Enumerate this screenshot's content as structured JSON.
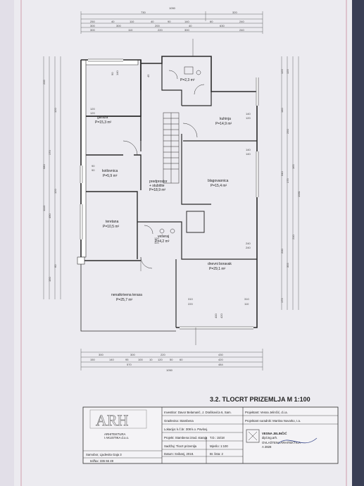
{
  "drawing": {
    "title": "3.2. TLOCRT PRIZEMLJA  M 1:100",
    "rooms": [
      {
        "id": "garaza",
        "name": "garaža",
        "area": "P=15,3 m²"
      },
      {
        "id": "wc",
        "name": "",
        "area": "P=2,3 m²"
      },
      {
        "id": "kuhinja",
        "name": "kuhinja",
        "area": "P=14,9 m²"
      },
      {
        "id": "kotlovnica",
        "name": "kotlovnica",
        "area": "P=5,9 m²"
      },
      {
        "id": "predprostor",
        "name": "predprostor\n+ stubište",
        "area": "P=18,9 m²"
      },
      {
        "id": "blagovaonica",
        "name": "blagovaonica",
        "area": "P=15,4 m²"
      },
      {
        "id": "teretana",
        "name": "teretana",
        "area": "P=10,5 m²"
      },
      {
        "id": "vesoraj",
        "name": "vešeraj",
        "area": "P=4,2 m²"
      },
      {
        "id": "dnevni",
        "name": "dnevni boravak",
        "area": "P=29,1 m²"
      },
      {
        "id": "terasa",
        "name": "nenatkrivena terasa",
        "area": "P=25,7 m²"
      }
    ],
    "dims_top": {
      "row1": [
        "730",
        "320"
      ],
      "overall": "1050",
      "row2": [
        "250",
        "40",
        "110",
        "40",
        "90",
        "140",
        "60",
        "240"
      ],
      "row3": [
        "300",
        "300",
        "200",
        "40",
        "630"
      ],
      "row4": [
        "300",
        "110",
        "220",
        "300",
        "240"
      ]
    },
    "dims_bottom": {
      "row1": [
        "300",
        "300",
        "220",
        "430"
      ],
      "row2": [
        "150",
        "140",
        "95",
        "100",
        "10",
        "120",
        "50",
        "60",
        "420",
        "430"
      ],
      "row3": [
        "570",
        "484"
      ],
      "overall": "1050"
    },
    "dims_left": [
      "235",
      "120",
      "170",
      "680",
      "120",
      "490",
      "60",
      "150",
      "1110"
    ],
    "dims_right": [
      "125",
      "125",
      "140",
      "250",
      "340",
      "1581",
      "165",
      "175",
      "210",
      "200",
      "355",
      "175"
    ],
    "inner_dims": [
      "120",
      "120",
      "90",
      "90",
      "140",
      "120",
      "140",
      "140",
      "240",
      "240",
      "310",
      "220",
      "310",
      "110",
      "120",
      "120",
      "400",
      "420",
      "90",
      "140",
      "45"
    ]
  },
  "title_block": {
    "logo": "ARH",
    "company": "ARHITEKTURA\nI AKUSTIKA d.o.o.",
    "address": "Samobor, Ljudevita Gaja 3",
    "phone": "tel/fax: 336 66 49",
    "investitor": "Investitor: Davor Belamarić, J. Draškovića 6, Sam.",
    "gradevina": "Građevina: Stambena",
    "lokacija": "Lokacija: k.č.br. 308 k.o. Pavlovj.",
    "projekt": "Projekt: Stambena izrad. staraja",
    "sadrzaj": "Sadržaj: Tlocrt prizemlja",
    "datum": "Datum: Svibanj, 2018.",
    "td": "T.D.: 15/18",
    "mjerilo": "Mjerilo: 1:100",
    "list": "Br. lista: 2",
    "projektant": "Projektant: Vesna Jelinčić, d.i.a.",
    "suradnik": "Projektant suradnik: Martina Novarko, I.a.",
    "stamp_name": "VESNA JELINČIĆ",
    "stamp_title": "dipl.ing.arh.",
    "stamp_auth": "OVLAŠTENA ARHITEKTICA",
    "stamp_no": "A 2828"
  },
  "colors": {
    "paper": "#ecebf0",
    "line": "#2b2b2b",
    "margin": "#c9889a",
    "bg": "#3a3f55"
  }
}
